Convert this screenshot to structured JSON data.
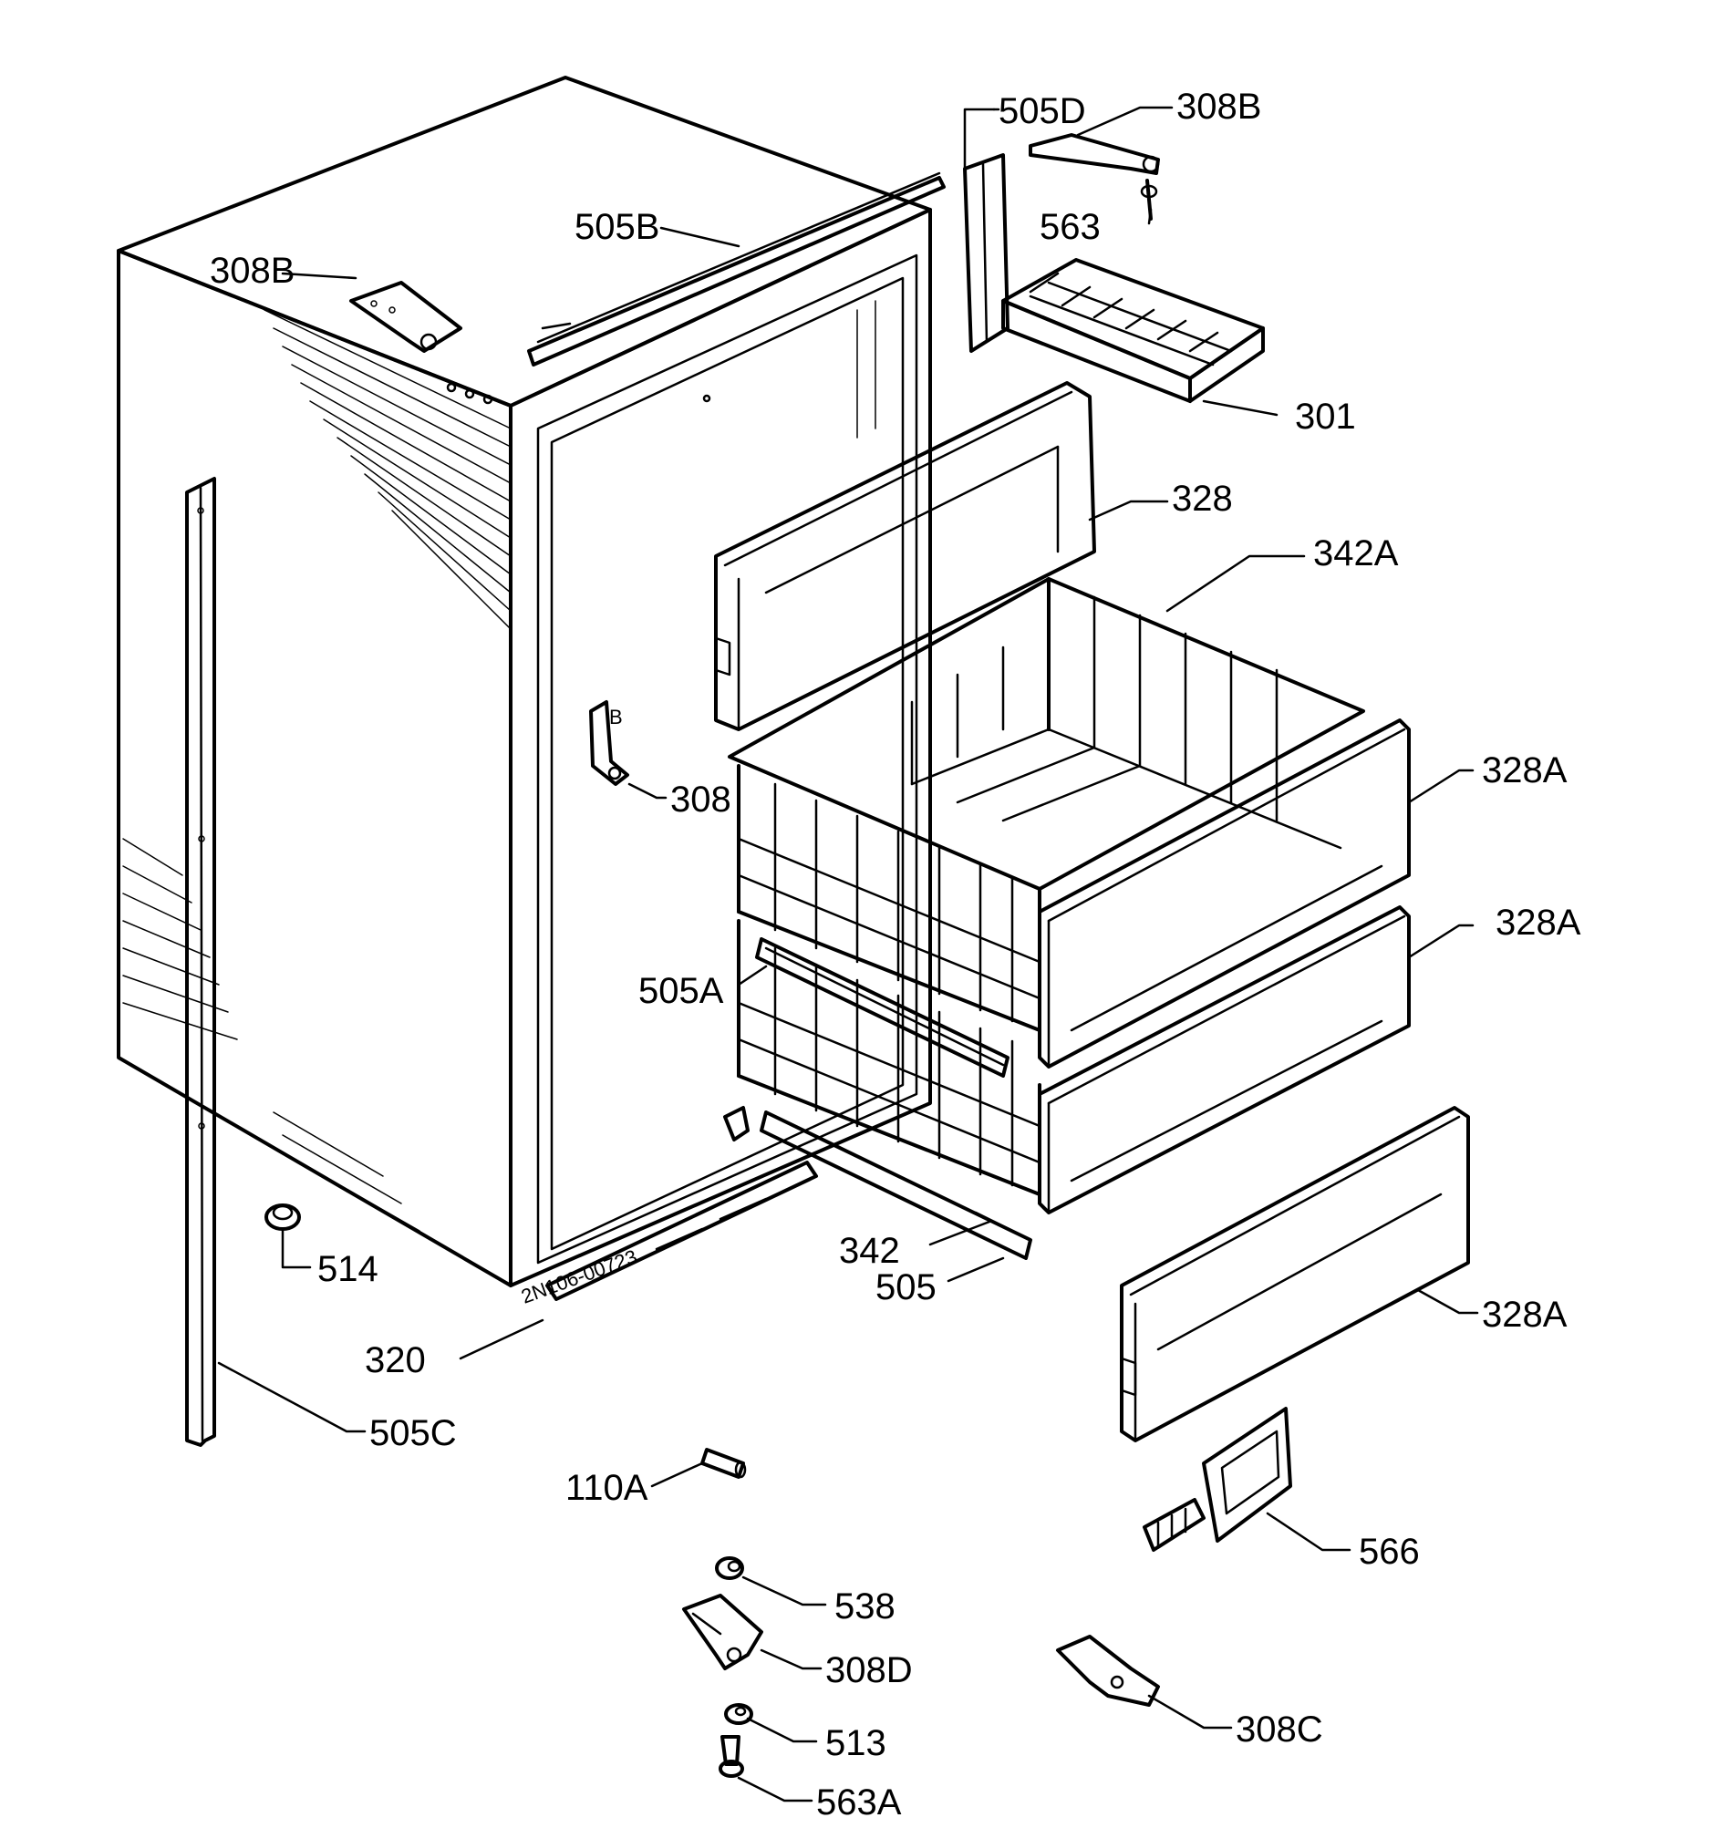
{
  "labels": {
    "l505d": "505D",
    "l308b_top": "308B",
    "l563": "563",
    "l505b": "505B",
    "l308b_left": "308B",
    "l301": "301",
    "l328": "328",
    "l342a": "342A",
    "l308": "308",
    "l328a_1": "328A",
    "l328a_2": "328A",
    "l505a": "505A",
    "l342": "342",
    "l505": "505",
    "l514": "514",
    "l320": "320",
    "l328a_3": "328A",
    "l505c": "505C",
    "l110a": "110A",
    "l566": "566",
    "l538": "538",
    "l308d": "308D",
    "l308c": "308C",
    "l513": "513",
    "l563a": "563A",
    "stamp": "2N106-00723"
  },
  "colors": {
    "line": "#000000",
    "background": "#ffffff"
  }
}
